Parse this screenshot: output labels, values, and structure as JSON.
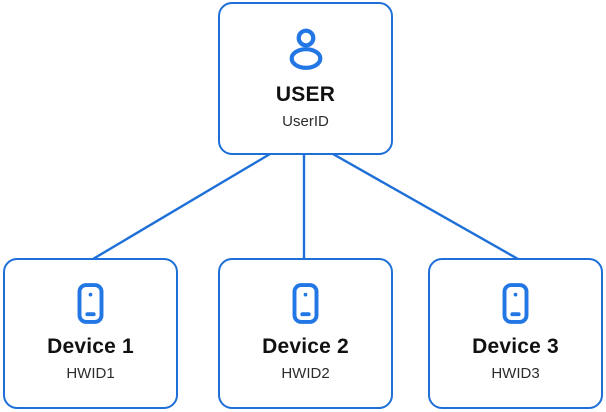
{
  "colors": {
    "line": "#1e70d8",
    "icon": "#2277e5",
    "title": "#111111",
    "subtitle": "#2c2c2c",
    "node_bg": "#ffffff",
    "canvas_bg": "#ffffff"
  },
  "user_node": {
    "title": "USER",
    "subtitle": "UserID",
    "icon": "user-icon"
  },
  "device_nodes": [
    {
      "title": "Device 1",
      "subtitle": "HWID1",
      "icon": "smartphone-icon"
    },
    {
      "title": "Device 2",
      "subtitle": "HWID2",
      "icon": "smartphone-icon"
    },
    {
      "title": "Device 3",
      "subtitle": "HWID3",
      "icon": "smartphone-icon"
    }
  ]
}
